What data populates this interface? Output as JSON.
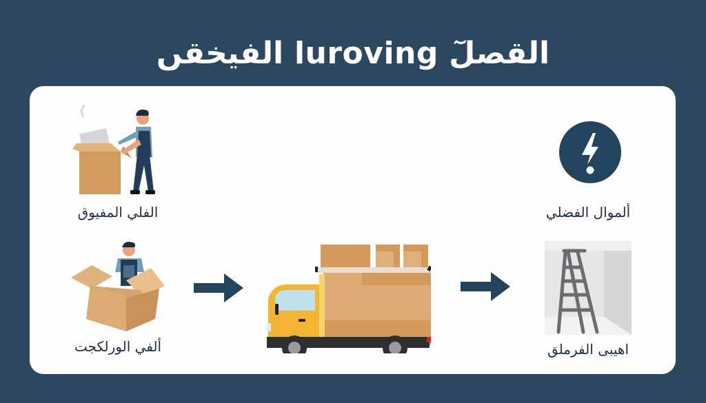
{
  "header": {
    "title": "القصلٓ luroving الفيخقں"
  },
  "steps": [
    {
      "id": "packing",
      "label": "الفلي المفيوق",
      "icon": "worker-packing-box-icon"
    },
    {
      "id": "boxed",
      "label": "ألفي الورلكجت",
      "icon": "worker-in-box-icon"
    },
    {
      "id": "transport",
      "label": "",
      "icon": "moving-truck-icon"
    },
    {
      "id": "alert",
      "label": "ألموال الفضلي",
      "icon": "lightning-alert-icon"
    },
    {
      "id": "room",
      "label": "اهيبى الفرملق",
      "icon": "ladder-room-icon"
    }
  ],
  "arrows": [
    {
      "id": "arrow-1",
      "icon": "arrow-right-icon"
    },
    {
      "id": "arrow-2",
      "icon": "arrow-right-icon"
    }
  ],
  "colors": {
    "background": "#2c4760",
    "card": "#fdfdfd",
    "accent_dark": "#22445f",
    "box": "#d6a46c",
    "truck_cab": "#f2b431"
  }
}
